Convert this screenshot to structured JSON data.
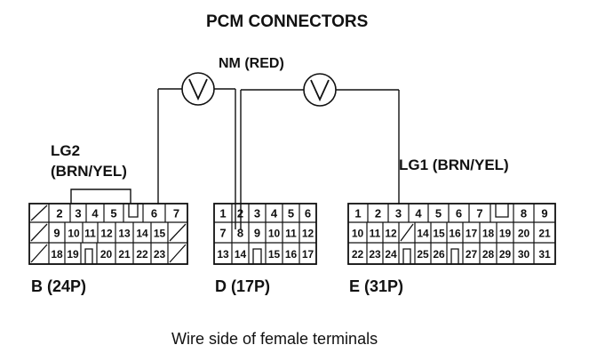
{
  "title": "PCM CONNECTORS",
  "caption": "Wire side of female terminals",
  "meters": {
    "label": "NM (RED)",
    "symbol": "V"
  },
  "wires": {
    "lg2_line1": "LG2",
    "lg2_line2": "(BRN/YEL)",
    "lg1": "LG1 (BRN/YEL)"
  },
  "connectors": {
    "B": {
      "label": "B (24P)",
      "rows": [
        [
          "",
          "2",
          "3",
          "4",
          "5",
          "",
          "6",
          "7"
        ],
        [
          "",
          "9",
          "10",
          "11",
          "12",
          "13",
          "14",
          "15",
          ""
        ],
        [
          "",
          "18",
          "19",
          "",
          "20",
          "21",
          "22",
          "23",
          ""
        ]
      ]
    },
    "D": {
      "label": "D (17P)",
      "rows": [
        [
          "1",
          "2",
          "3",
          "4",
          "5",
          "6"
        ],
        [
          "7",
          "8",
          "9",
          "10",
          "11",
          "12"
        ],
        [
          "13",
          "14",
          "",
          "15",
          "16",
          "17"
        ]
      ]
    },
    "E": {
      "label": "E (31P)",
      "rows": [
        [
          "1",
          "2",
          "3",
          "4",
          "5",
          "6",
          "7",
          "",
          "8",
          "9"
        ],
        [
          "10",
          "11",
          "12",
          "",
          "14",
          "15",
          "16",
          "17",
          "18",
          "19",
          "20",
          "21"
        ],
        [
          "22",
          "23",
          "24",
          "",
          "25",
          "26",
          "",
          "27",
          "28",
          "29",
          "30",
          "31"
        ]
      ]
    }
  }
}
